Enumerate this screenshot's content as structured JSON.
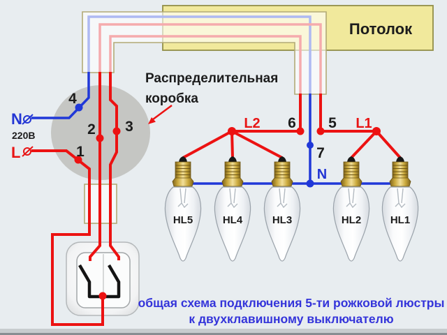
{
  "ceiling": {
    "label": "Потолок"
  },
  "junction_box": {
    "line1": "Распределительная",
    "line2": "коробка"
  },
  "supply": {
    "neutral": "N",
    "voltage": "220В",
    "live": "L"
  },
  "box_nodes": {
    "n1": "1",
    "n2": "2",
    "n3": "3",
    "n4": "4"
  },
  "ceiling_nodes": {
    "n5": "5",
    "n6": "6",
    "n7": "7"
  },
  "groups": {
    "l1": "L1",
    "l2": "L2",
    "neutral": "N"
  },
  "bulbs": [
    "HL5",
    "HL4",
    "HL3",
    "HL2",
    "HL1"
  ],
  "caption": {
    "line1": "общая схема подключения 5-ти рожковой люстры",
    "line2": "к двухклавишному выключателю"
  },
  "colors": {
    "background": "#e8edf0",
    "live_wire": "#ec1212",
    "neutral_wire": "#2038d8",
    "pale_live_wire": "#f5abad",
    "pale_neutral_wire": "#aeb9f2",
    "ceiling_fill": "#f1e99c",
    "ceiling_border": "#928e48",
    "junction_box_fill": "#c5c6c3",
    "caption_text": "#3434da",
    "brass_base": "#caa93c"
  }
}
